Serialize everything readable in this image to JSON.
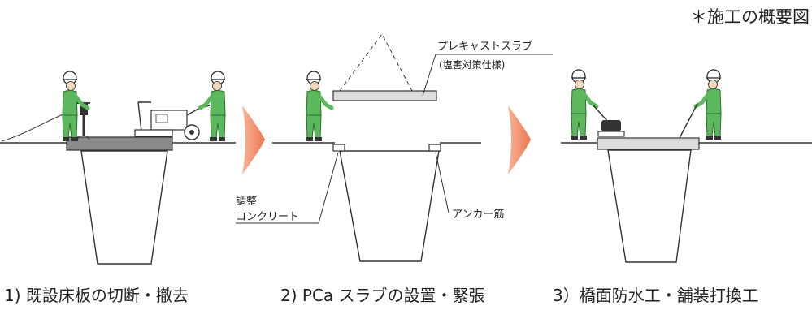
{
  "title": "＊施工の概要図",
  "steps": [
    {
      "caption": "1) 既設床板の切断・撤去"
    },
    {
      "caption": "2) PCa スラブの設置・緊張"
    },
    {
      "caption": "3）橋面防水工・舗装打換工"
    }
  ],
  "labels": {
    "precast_slab": "プレキャストスラブ",
    "precast_slab_spec": "(塩害対策仕様)",
    "adjust_line1": "調整",
    "adjust_line2": "コンクリート",
    "anchor": "アンカー筋"
  },
  "colors": {
    "worker_green": "#5cb85c",
    "arrow_orange": "#ef8563",
    "old_slab": "#8a8a8a",
    "new_slab": "#dcdcdc"
  }
}
